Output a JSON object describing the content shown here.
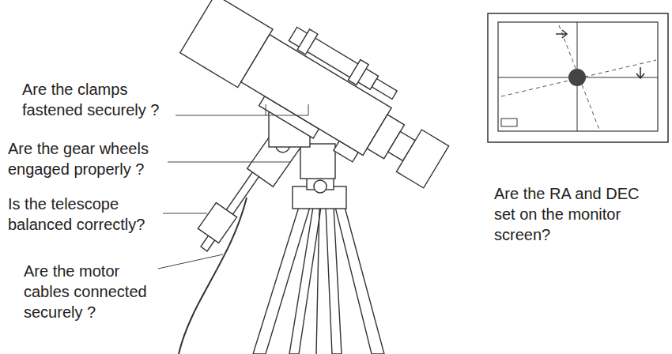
{
  "diagram": {
    "labels": [
      "Are the clamps fastened securely ?",
      "Are the gear wheels engaged properly ?",
      "Is the telescope balanced correctly?",
      "Are the motor cables connected securely ?",
      "Are the RA and DEC set on the monitor screen?"
    ]
  }
}
